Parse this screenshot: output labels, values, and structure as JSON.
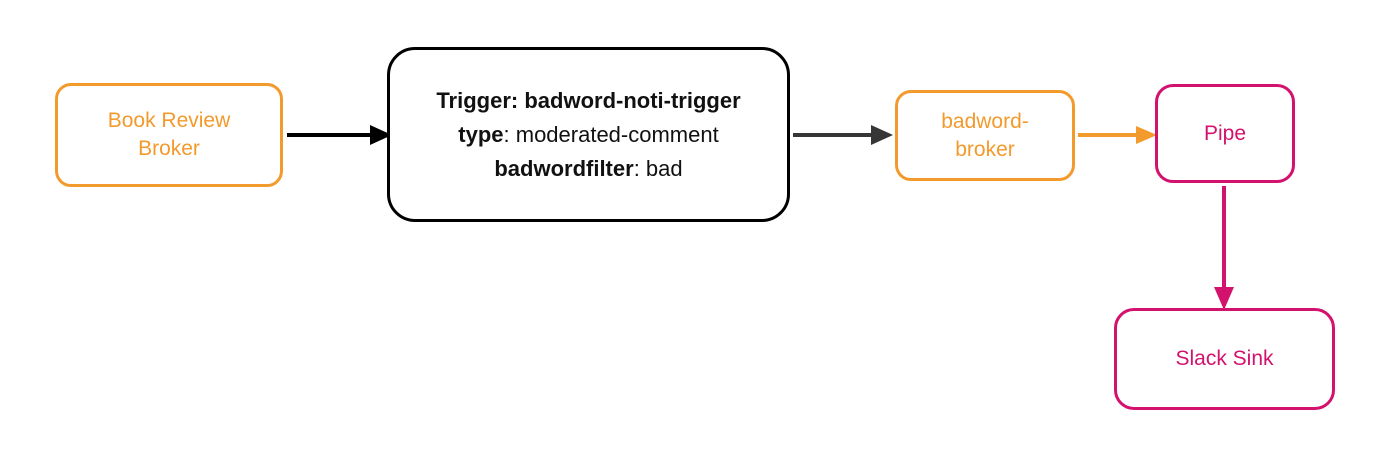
{
  "diagram": {
    "colors": {
      "orange": "#F39A2D",
      "pink": "#D3126E",
      "black": "#000000",
      "dark_gray": "#363636"
    },
    "nodes": {
      "book_review_broker": {
        "label": "Book Review Broker"
      },
      "trigger": {
        "lines": [
          {
            "bold": "Trigger: badword-noti-trigger",
            "regular": ""
          },
          {
            "bold": "type",
            "regular": ": moderated-comment"
          },
          {
            "bold": "badwordfilter",
            "regular": ": bad"
          }
        ]
      },
      "badword_broker": {
        "label": "badword-broker"
      },
      "pipe": {
        "label": "Pipe"
      },
      "slack_sink": {
        "label": "Slack Sink"
      }
    },
    "edges": [
      {
        "from": "Book Review Broker",
        "to": "Trigger",
        "color": "#000000"
      },
      {
        "from": "Trigger",
        "to": "badword-broker",
        "color": "#363636"
      },
      {
        "from": "badword-broker",
        "to": "Pipe",
        "color": "#F39A2D"
      },
      {
        "from": "Pipe",
        "to": "Slack Sink",
        "color": "#D3126E"
      }
    ]
  }
}
